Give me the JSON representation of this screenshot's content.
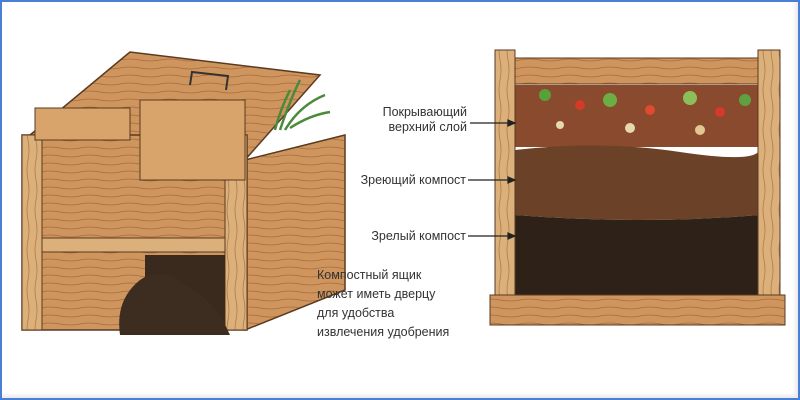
{
  "labels": {
    "top_layer_line1": "Покрывающий",
    "top_layer_line2": "верхний слой",
    "ripening": "Зреющий компост",
    "mature": "Зрелый компост"
  },
  "caption": {
    "lines": [
      "Компостный ящик",
      "может иметь дверцу",
      "для удобства",
      "извлечения удобрения"
    ]
  },
  "colors": {
    "border": "#4a7fd4",
    "wood": "#c98d55",
    "ripening": "#6b4128",
    "mature": "#2e2118"
  }
}
